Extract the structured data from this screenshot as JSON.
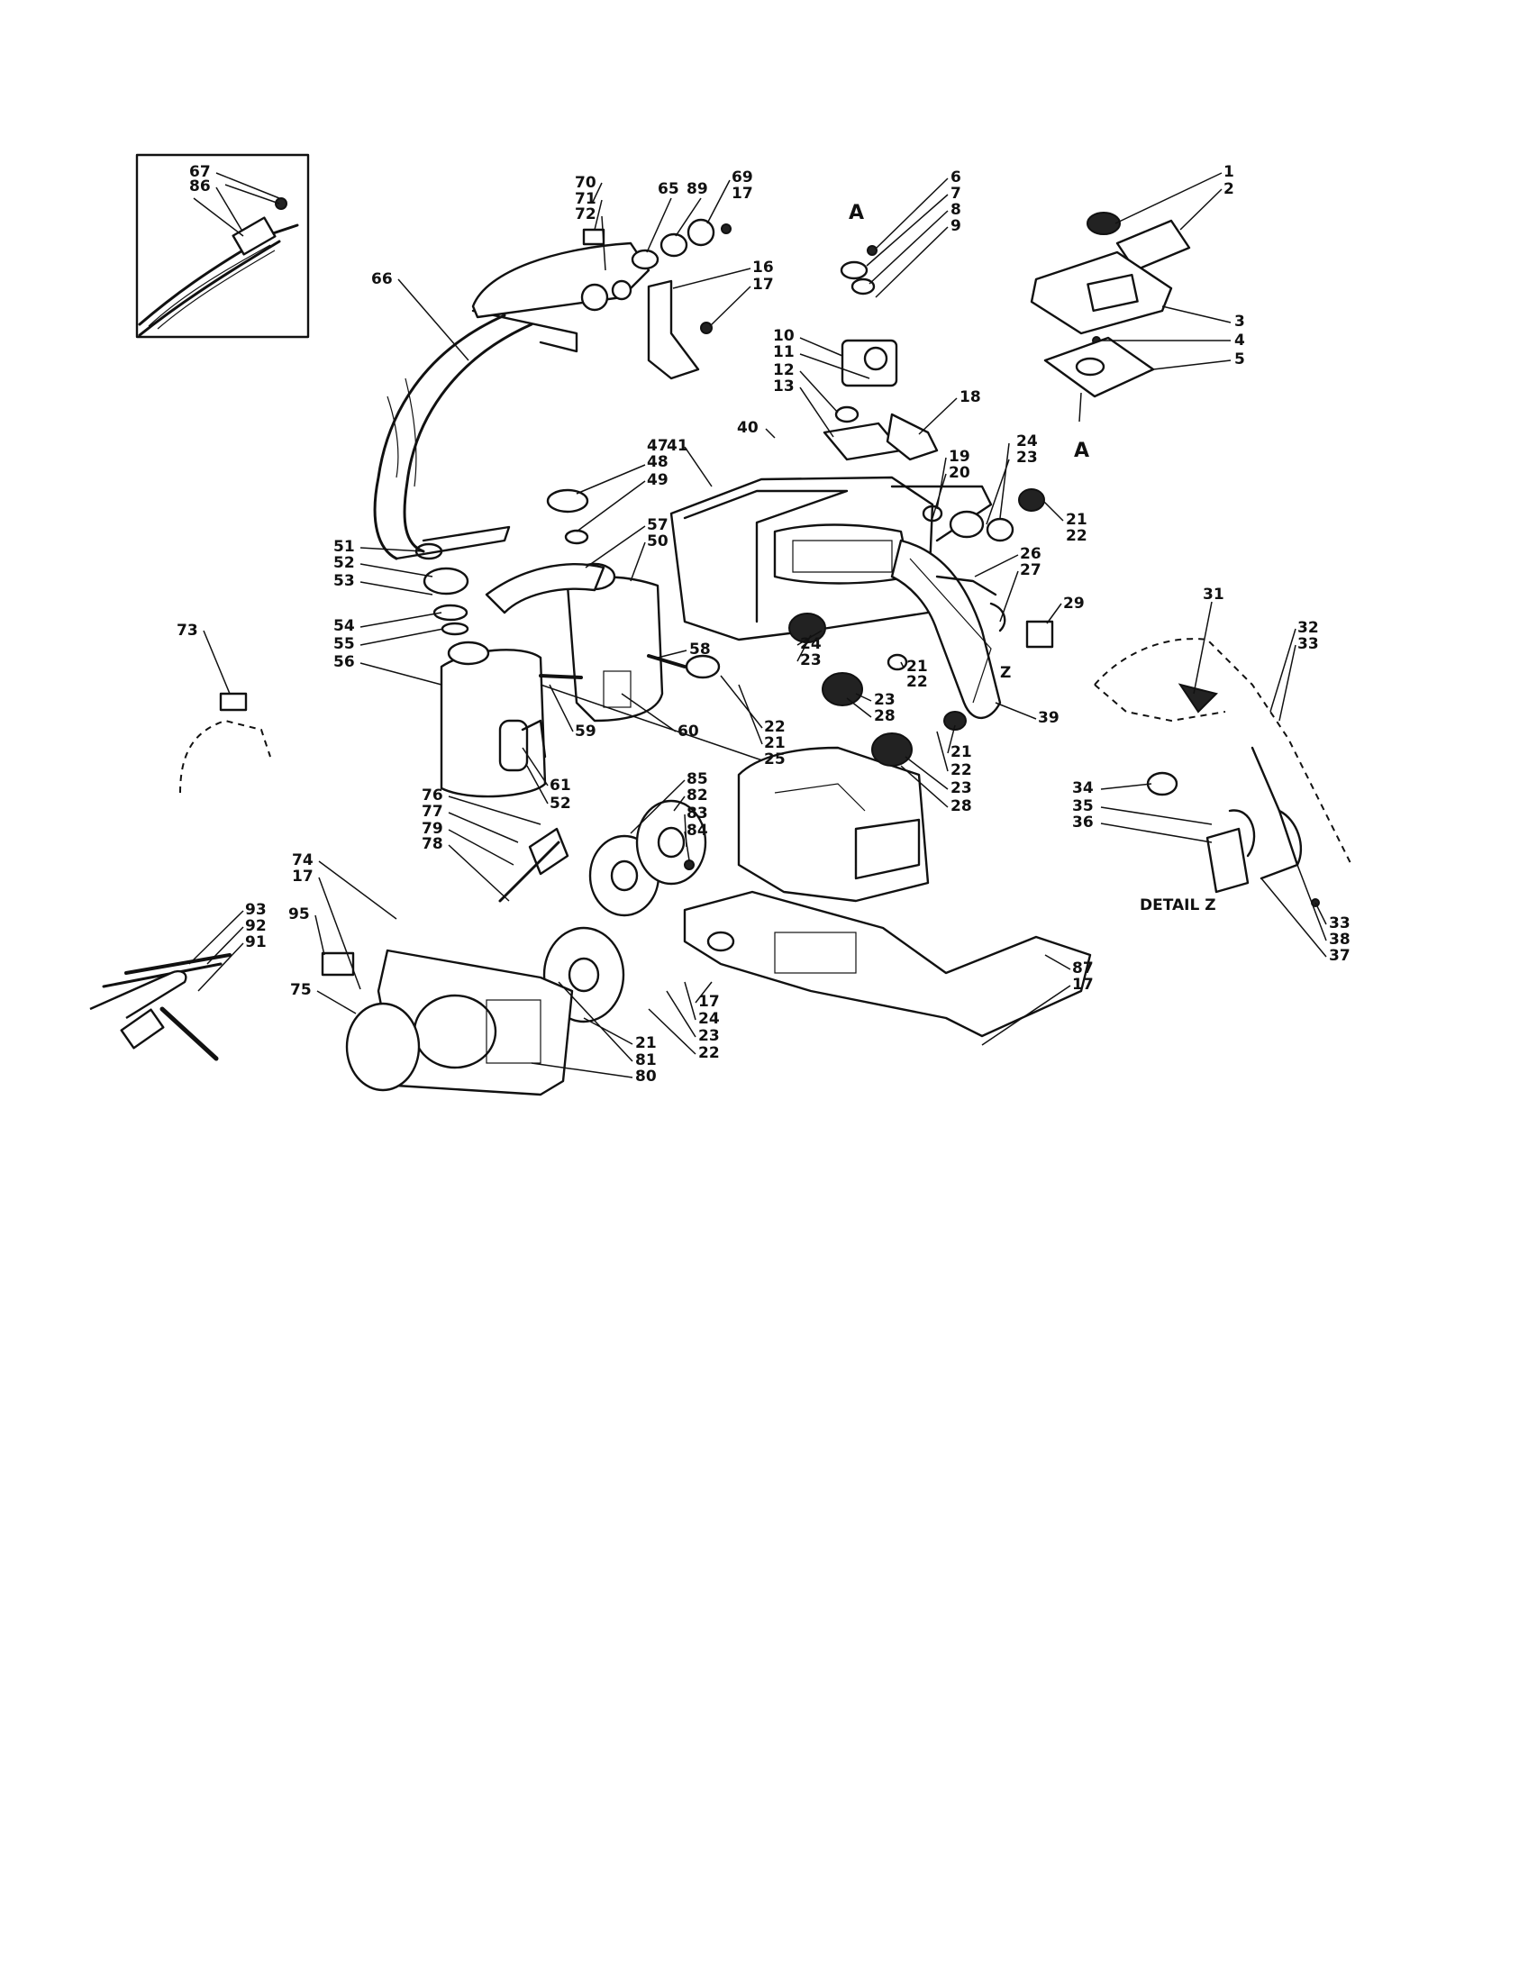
{
  "callouts": {
    "c1": "1",
    "c2": "2",
    "c3": "3",
    "c4": "4",
    "c5": "5",
    "c6": "6",
    "c7": "7",
    "c8": "8",
    "c9": "9",
    "c10": "10",
    "c11": "11",
    "c12": "12",
    "c13": "13",
    "c16": "16",
    "c17a": "17",
    "c17b": "17",
    "c17c": "17",
    "c17d": "17",
    "c17e": "17",
    "c18": "18",
    "c19": "19",
    "c20": "20",
    "c21a": "21",
    "c21b": "21",
    "c21c": "21",
    "c21d": "21",
    "c21e": "21",
    "c22a": "22",
    "c22b": "22",
    "c22c": "22",
    "c22d": "22",
    "c22e": "22",
    "c23a": "23",
    "c23b": "23",
    "c23c": "23",
    "c23d": "23",
    "c23e": "23",
    "c24a": "24",
    "c24b": "24",
    "c24c": "24",
    "c25": "25",
    "c26": "26",
    "c27": "27",
    "c28a": "28",
    "c28b": "28",
    "c29": "29",
    "c31": "31",
    "c32": "32",
    "c33a": "33",
    "c33b": "33",
    "c34": "34",
    "c35": "35",
    "c36": "36",
    "c37": "37",
    "c38": "38",
    "c39": "39",
    "c40": "40",
    "c41": "41",
    "c47": "47",
    "c48": "48",
    "c49": "49",
    "c50": "50",
    "c51": "51",
    "c52a": "52",
    "c52b": "52",
    "c53": "53",
    "c54": "54",
    "c55": "55",
    "c56": "56",
    "c57": "57",
    "c58": "58",
    "c59": "59",
    "c60": "60",
    "c61": "61",
    "c65": "65",
    "c66": "66",
    "c67": "67",
    "c69": "69",
    "c70": "70",
    "c71": "71",
    "c72": "72",
    "c73": "73",
    "c74": "74",
    "c75": "75",
    "c76": "76",
    "c77": "77",
    "c78": "78",
    "c79": "79",
    "c80": "80",
    "c81": "81",
    "c82": "82",
    "c83": "83",
    "c84": "84",
    "c85": "85",
    "c86": "86",
    "c87": "87",
    "c89": "89",
    "c91": "91",
    "c92": "92",
    "c93": "93",
    "c95": "95",
    "c_z": "Z"
  },
  "markers": {
    "a_top": "A",
    "a_bottom": "A"
  },
  "detail_label": "DETAIL Z"
}
